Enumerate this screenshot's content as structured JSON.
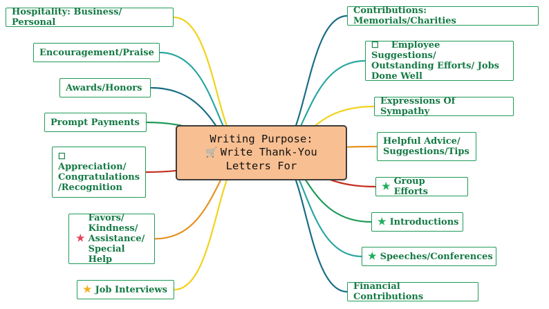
{
  "center": {
    "line1": "Writing Purpose:",
    "line2": "Write Thank-You",
    "line3": "Letters For",
    "icon": "shopping-cart-icon"
  },
  "left": [
    {
      "label": "Hospitality: Business/ Personal",
      "color": "#f2d21b"
    },
    {
      "label": "Encouragement/Praise",
      "color": "#2aa6a0"
    },
    {
      "label": "Awards/Honors",
      "color": "#1a6d86"
    },
    {
      "label": "Prompt Payments",
      "color": "#1f9a57"
    },
    {
      "lines": [
        "Appreciation/",
        "Congratulations",
        "/Recognition"
      ],
      "icon": "checkbox-icon",
      "color": "#c62d1e"
    },
    {
      "lines": [
        "Favors/",
        "Kindness/",
        "Assistance/",
        "Special Help"
      ],
      "icon": "star-icon",
      "icon_color": "#e4455a",
      "color": "#e8901f"
    },
    {
      "label": "Job Interviews",
      "icon": "star-icon",
      "icon_color": "#f0b21e",
      "color": "#f2d21b"
    }
  ],
  "right": [
    {
      "label": "Contributions: Memorials/Charities",
      "color": "#1a6d86"
    },
    {
      "lines": [
        "Employee Suggestions/",
        "Outstanding Efforts/ Jobs",
        "Done Well"
      ],
      "icon": "checkbox-icon",
      "color": "#2aa6a0"
    },
    {
      "label": "Expressions Of Sympathy",
      "color": "#f2d21b"
    },
    {
      "lines": [
        "Helpful Advice/",
        "Suggestions/Tips"
      ],
      "color": "#e8901f"
    },
    {
      "label": "Group Efforts",
      "icon": "star-icon",
      "icon_color": "#1fae5b",
      "color": "#c62d1e"
    },
    {
      "label": "Introductions",
      "icon": "star-icon",
      "icon_color": "#1fae5b",
      "color": "#1f9a57"
    },
    {
      "label": "Speeches/Conferences",
      "icon": "star-icon",
      "icon_color": "#1fae5b",
      "color": "#2aa6a0"
    },
    {
      "label": "Financial Contributions",
      "color": "#1a6d86"
    }
  ]
}
